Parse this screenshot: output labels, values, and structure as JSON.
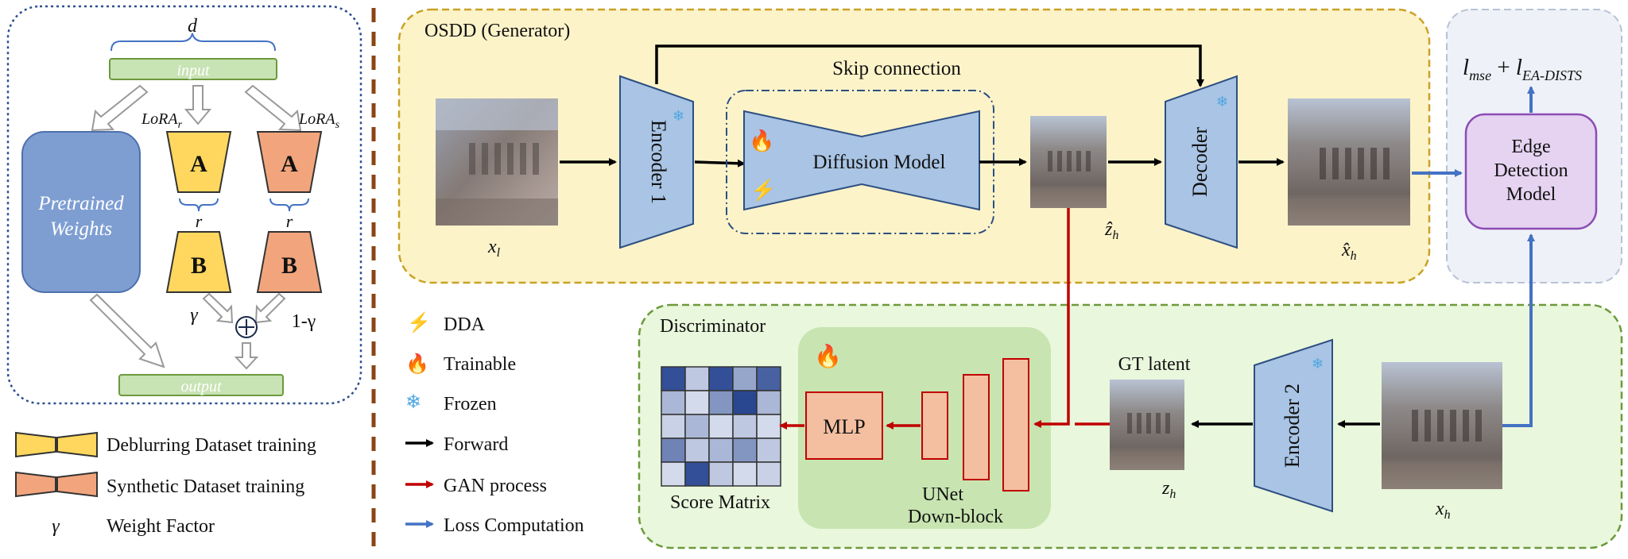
{
  "lora_panel": {
    "dim_label": "d",
    "input_label": "input",
    "output_label": "output",
    "pretrained_label_line1": "Pretrained",
    "pretrained_label_line2": "Weights",
    "lora_r_label": "LoRA",
    "lora_r_sub": "r",
    "lora_s_label": "LoRA",
    "lora_s_sub": "s",
    "matrix_a": "A",
    "matrix_b": "B",
    "rank_label": "r",
    "gamma_label": "γ",
    "one_minus_gamma_label": "1-γ",
    "sum_symbol": "+"
  },
  "legend_left": {
    "items": [
      {
        "label": "Deblurring Dataset training",
        "color": "#ffd75e"
      },
      {
        "label": "Synthetic Dataset training",
        "color": "#f2a57d"
      },
      {
        "label": "Weight Factor",
        "symbol": "γ"
      }
    ]
  },
  "legend_mid": {
    "items": [
      {
        "icon": "lightning-icon",
        "label": "DDA"
      },
      {
        "icon": "fire-icon",
        "label": "Trainable"
      },
      {
        "icon": "snowflake-icon",
        "label": "Frozen"
      },
      {
        "icon": "black-arrow",
        "label": "Forward",
        "color": "#000000"
      },
      {
        "icon": "red-arrow",
        "label": "GAN process",
        "color": "#c00000"
      },
      {
        "icon": "blue-arrow",
        "label": "Loss Computation",
        "color": "#4472c4"
      }
    ]
  },
  "generator": {
    "title": "OSDD (Generator)",
    "skip_label": "Skip connection",
    "encoder_label": "Encoder 1",
    "diffusion_label": "Diffusion Model",
    "decoder_label": "Decoder",
    "input_image_label": "x",
    "input_image_sub": "l",
    "latent_label": "ẑ",
    "latent_sub": "h",
    "output_image_label": "x̂",
    "output_image_sub": "h"
  },
  "loss": {
    "formula_l1": "l",
    "formula_l1_sub": "mse",
    "formula_plus": " + ",
    "formula_l2": "l",
    "formula_l2_sub": "EA-DISTS",
    "edge_line1": "Edge",
    "edge_line2": "Detection",
    "edge_line3": "Model"
  },
  "discriminator": {
    "title": "Discriminator",
    "mlp_label": "MLP",
    "unet_line1": "UNet",
    "unet_line2": "Down-block",
    "score_label": "Score Matrix",
    "gt_label": "GT latent",
    "gt_sub_label": "z",
    "gt_sub_sub": "h",
    "encoder2_label": "Encoder 2",
    "gt_image_label": "x",
    "gt_image_sub": "h"
  },
  "colors": {
    "generator_bg": "#fdf3c9",
    "generator_border": "#c9a227",
    "discriminator_bg": "#e9f7dc",
    "discriminator_border": "#6c9a3c",
    "loss_bg": "#eef1f7",
    "module_fill": "#a9c4e4",
    "module_stroke": "#2d4f82",
    "edge_fill": "#e5d3f1",
    "edge_stroke": "#8c4cb4",
    "red": "#c00000",
    "blue": "#4472c4",
    "lora_yellow": "#ffd75e",
    "lora_orange": "#f2a57d",
    "pretrained_blue": "#7e9ed2",
    "bar_green": "#c8e3b4",
    "separator_brown": "#8b4513"
  },
  "score_matrix": [
    [
      0.9,
      0.2,
      0.9,
      0.4,
      0.8
    ],
    [
      0.3,
      0.1,
      0.5,
      0.95,
      0.3
    ],
    [
      0.15,
      0.3,
      0.1,
      0.2,
      0.1
    ],
    [
      0.6,
      0.2,
      0.3,
      0.5,
      0.2
    ],
    [
      0.1,
      0.9,
      0.2,
      0.1,
      0.15
    ]
  ]
}
